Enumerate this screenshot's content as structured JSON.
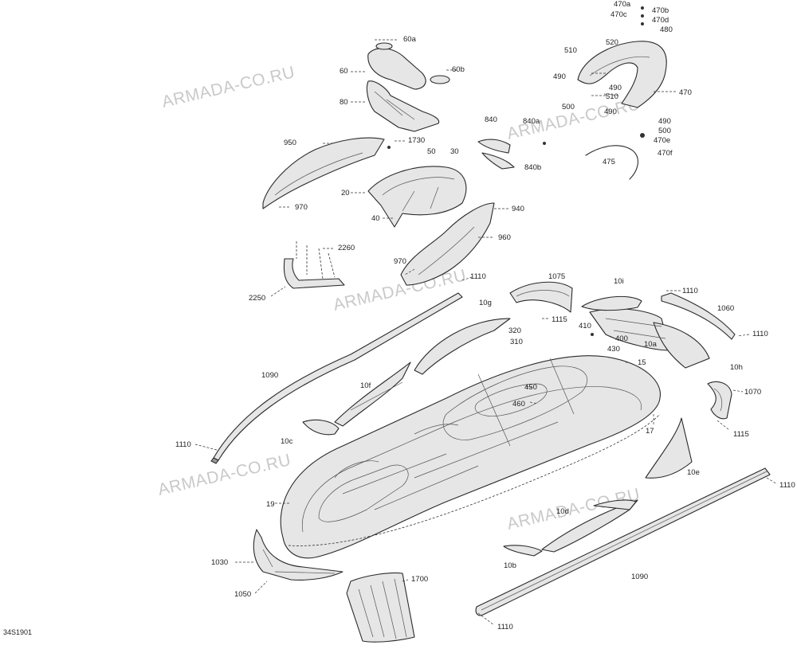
{
  "drawing_code": "34S1901",
  "watermark": "ARMADA-CO.RU",
  "labels": {
    "l470a": "470a",
    "l470b": "470b",
    "l470c": "470c",
    "l470d": "470d",
    "l480": "480",
    "l520": "520",
    "l510a": "510",
    "l490a": "490",
    "l490b": "490",
    "l470": "470",
    "l500a": "500",
    "l510b": "510",
    "l490c": "490",
    "l490d": "490",
    "l500b": "500",
    "l470e": "470e",
    "l470f": "470f",
    "l475": "475",
    "l60a": "60a",
    "l60": "60",
    "l60b": "60b",
    "l80": "80",
    "l840": "840",
    "l840a": "840a",
    "l840b": "840b",
    "l950": "950",
    "l1730": "1730",
    "l50": "50",
    "l30": "30",
    "l20": "20",
    "l40": "40",
    "l970a": "970",
    "l940": "940",
    "l960": "960",
    "l2260": "2260",
    "l2250": "2250",
    "l970b": "970",
    "l1110a": "1110",
    "l1075": "1075",
    "l10i": "10i",
    "l1110b": "1110",
    "l1060": "1060",
    "l1110c": "1110",
    "l10g": "10g",
    "l1115a": "1115",
    "l320": "320",
    "l310": "310",
    "l410": "410",
    "l400": "400",
    "l430": "430",
    "l10a": "10a",
    "l15": "15",
    "l10h": "10h",
    "l1090a": "1090",
    "l10f": "10f",
    "l450": "450",
    "l460": "460",
    "l1070": "1070",
    "l10c": "10c",
    "l17": "17",
    "l1115b": "1115",
    "l1110d": "1110",
    "l10e": "10e",
    "l1110e": "1110",
    "l19": "19",
    "l10d": "10d",
    "l1030": "1030",
    "l10b": "10b",
    "l1090b": "1090",
    "l1050": "1050",
    "l1700": "1700",
    "l1110f": "1110"
  }
}
